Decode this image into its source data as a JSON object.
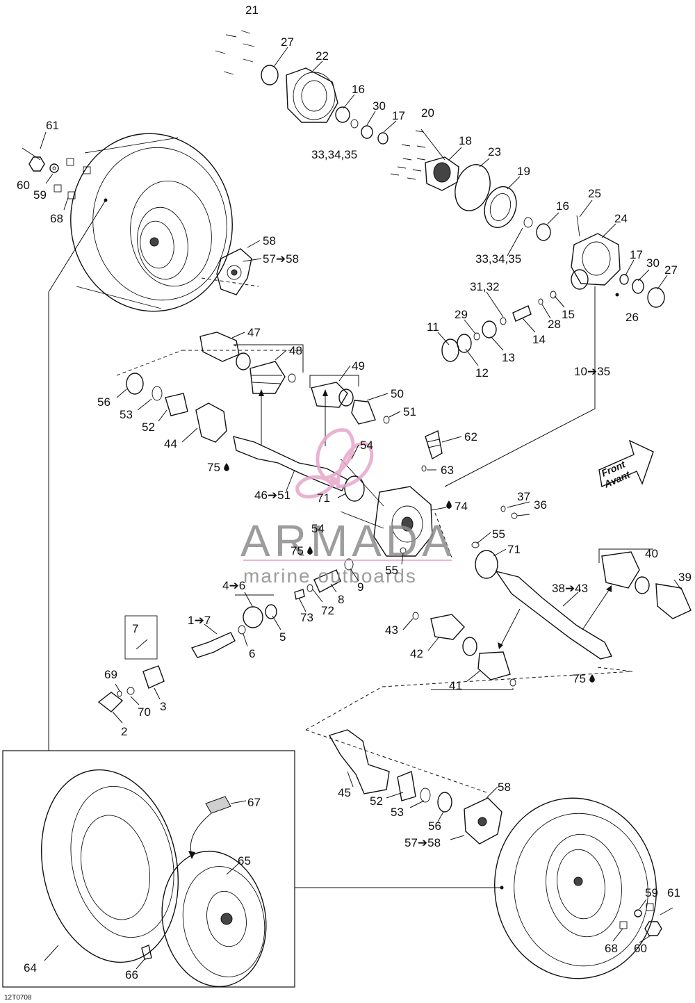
{
  "diagram_id": "12T0708",
  "watermark": {
    "brand": "ARMADA",
    "tagline": "marine outboards",
    "accent": "#e6a6c9"
  },
  "direction": {
    "line1": "Front",
    "line2": "Avant"
  },
  "callouts": {
    "c21": "21",
    "c27a": "27",
    "c22": "22",
    "c16a": "16",
    "c30a": "30",
    "c17a": "17",
    "c20": "20",
    "c333435a": "33,34,35",
    "c18": "18",
    "c23": "23",
    "c19": "19",
    "c25": "25",
    "c16b": "16",
    "c24": "24",
    "c333435b": "33,34,35",
    "c17b": "17",
    "c30b": "30",
    "c27b": "27",
    "c26": "26",
    "c3132": "31,32",
    "c15": "15",
    "c28": "28",
    "c14": "14",
    "c11": "11",
    "c29": "29",
    "c13": "13",
    "c12": "12",
    "c10_35": "10➔35",
    "c61a": "61",
    "c60a": "60",
    "c59a": "59",
    "c68a": "68",
    "c58a": "58",
    "c57_58a": "57➔58",
    "c47": "47",
    "c48": "48",
    "c49": "49",
    "c50": "50",
    "c51": "51",
    "c56a": "56",
    "c53a": "53",
    "c52a": "52",
    "c44": "44",
    "c75a": "75",
    "c46_51": "46➔51",
    "c54a": "54",
    "c62": "62",
    "c63": "63",
    "c71a": "71",
    "c74": "74",
    "c37": "37",
    "c36": "36",
    "c54b": "54",
    "c55a": "55",
    "c75b": "75",
    "c71b": "71",
    "c55b": "55",
    "c40": "40",
    "c9": "9",
    "c8": "8",
    "c72": "72",
    "c73": "73",
    "c4_6": "4➔6",
    "c38_43": "38➔43",
    "c39": "39",
    "c5": "5",
    "c6": "6",
    "c1_7": "1➔7",
    "c7": "7",
    "c43": "43",
    "c42": "42",
    "c41": "41",
    "c75c": "75",
    "c69": "69",
    "c70": "70",
    "c3": "3",
    "c2": "2",
    "c45": "45",
    "c52b": "52",
    "c53b": "53",
    "c58b": "58",
    "c56b": "56",
    "c57_58b": "57➔58",
    "c67": "67",
    "c65": "65",
    "c59b": "59",
    "c61b": "61",
    "c64": "64",
    "c66": "66",
    "c68b": "68",
    "c60b": "60"
  },
  "colors": {
    "line": "#111111",
    "watermark_gray": "#8c8c8c",
    "watermark_pink": "#e6a6c9"
  }
}
